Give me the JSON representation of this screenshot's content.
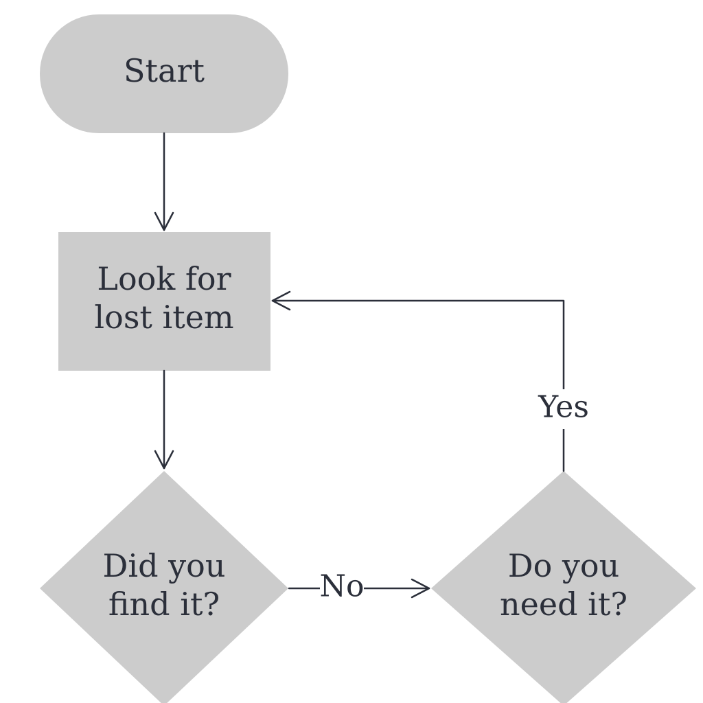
{
  "colors": {
    "shape_fill": "#cccccc",
    "line_and_text": "#2b2f3a",
    "background": "#ffffff"
  },
  "nodes": {
    "start": {
      "shape": "terminator",
      "label": "Start"
    },
    "look": {
      "shape": "process",
      "line1": "Look for",
      "line2": "lost item"
    },
    "found": {
      "shape": "decision",
      "line1": "Did you",
      "line2": "find it?"
    },
    "need": {
      "shape": "decision",
      "line1": "Do you",
      "line2": "need it?"
    }
  },
  "edges": [
    {
      "from": "start",
      "to": "look",
      "label": ""
    },
    {
      "from": "look",
      "to": "found",
      "label": ""
    },
    {
      "from": "found",
      "to": "need",
      "label": "No"
    },
    {
      "from": "need",
      "to": "look",
      "label": "Yes"
    }
  ],
  "edge_labels": {
    "no": "No",
    "yes": "Yes"
  }
}
